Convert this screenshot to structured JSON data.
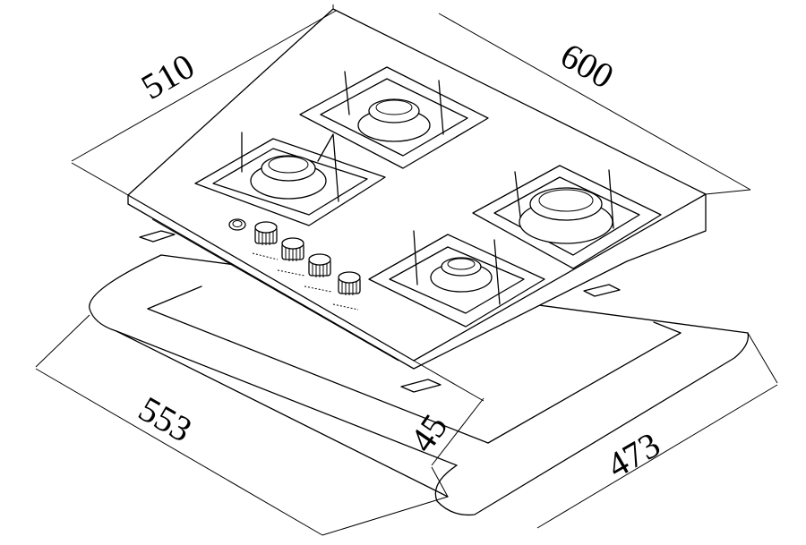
{
  "dimensions": {
    "width_top": "510",
    "length_top": "600",
    "cutout_length": "553",
    "cutout_width": "473",
    "depth": "45"
  },
  "parts": {
    "burners": 4,
    "knobs": 4,
    "ignition_button": 1,
    "mounting_clamps": 3
  }
}
